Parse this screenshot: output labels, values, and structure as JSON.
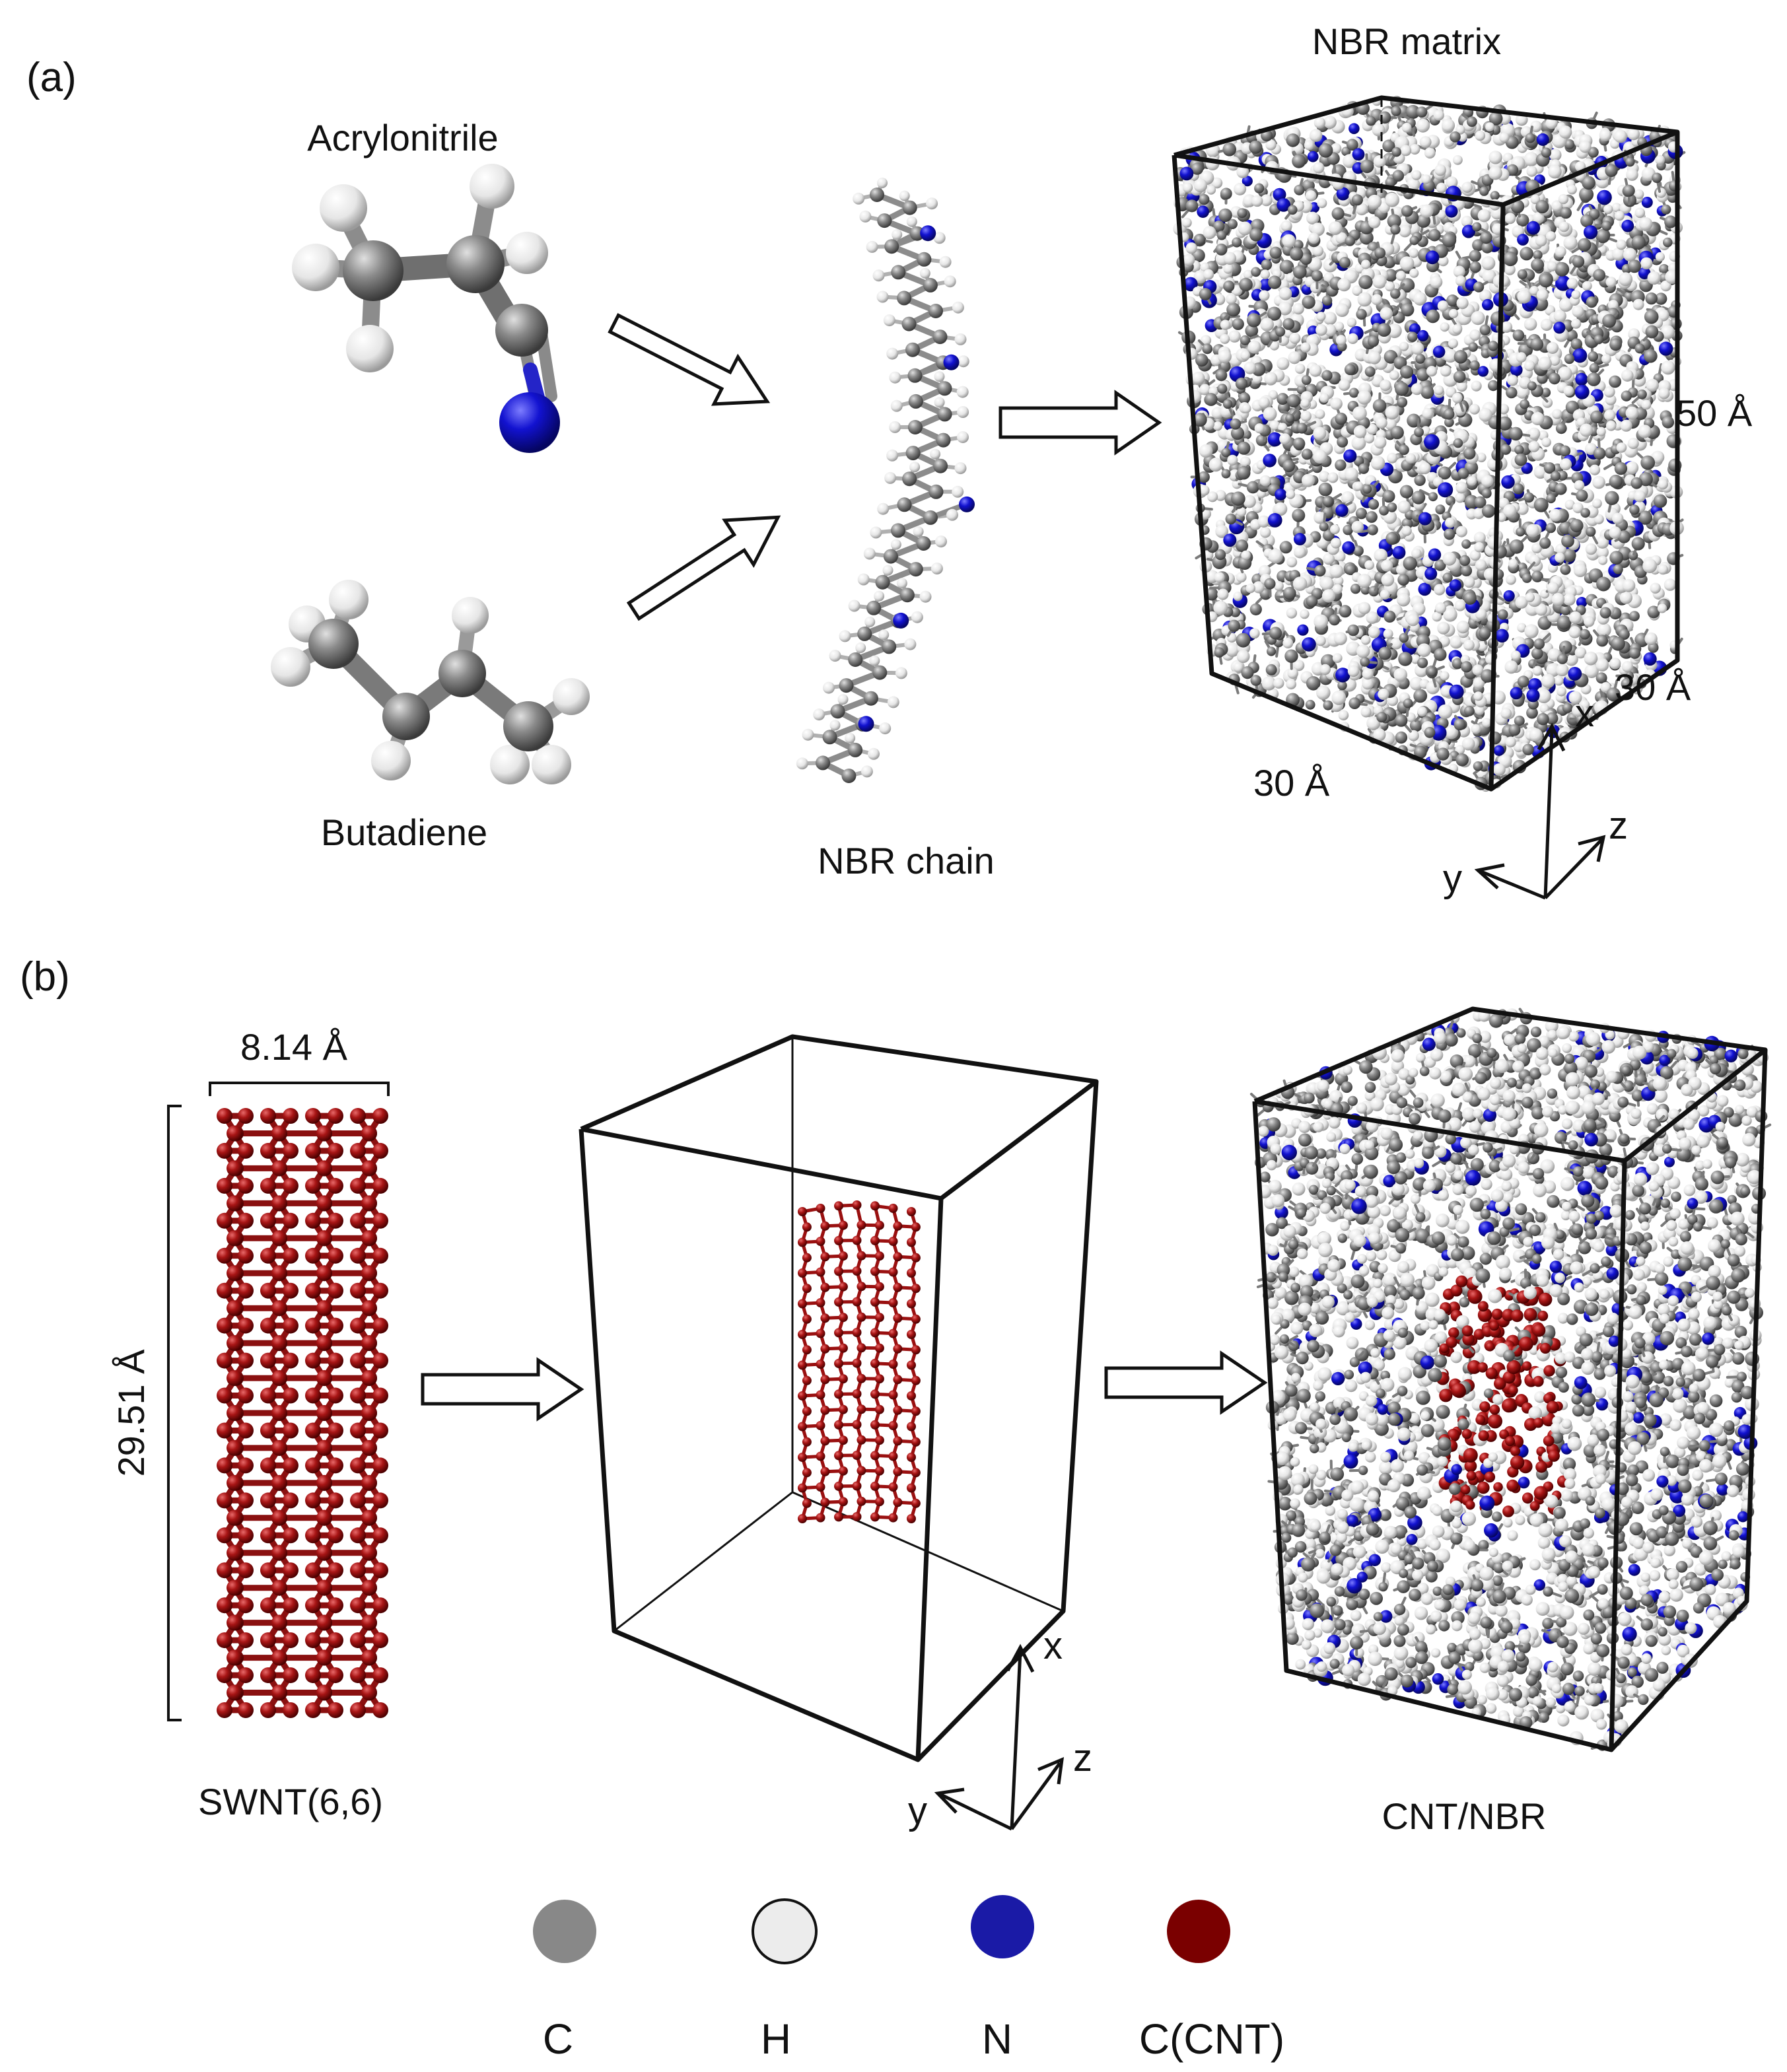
{
  "panels": {
    "a": {
      "panel_label": "(a)",
      "acrylonitrile_label": "Acrylonitrile",
      "butadiene_label": "Butadiene",
      "chain_label": "NBR chain",
      "matrix_label": "NBR  matrix",
      "dim_height": "50 Å",
      "dim_depth": "30 Å",
      "dim_width": "30 Å",
      "axes": {
        "x": "x",
        "y": "y",
        "z": "z"
      }
    },
    "b": {
      "panel_label": "(b)",
      "cnt_diameter": "8.14 Å",
      "cnt_length": "29.51 Å",
      "cnt_label": "SWNT(6,6)",
      "composite_label": "CNT/NBR",
      "axes": {
        "x": "x",
        "y": "y",
        "z": "z"
      }
    }
  },
  "legend": {
    "items": [
      {
        "label": "C",
        "color": "#888888"
      },
      {
        "label": "H",
        "color": "#ececec"
      },
      {
        "label": "N",
        "color": "#1a1aa6"
      },
      {
        "label": "C(CNT)",
        "color": "#7a0000"
      }
    ]
  },
  "colors": {
    "carbon": "#808080",
    "hydrogen": "#f2f2f2",
    "nitrogen": "#1c1cc8",
    "cnt": "#a01818"
  }
}
